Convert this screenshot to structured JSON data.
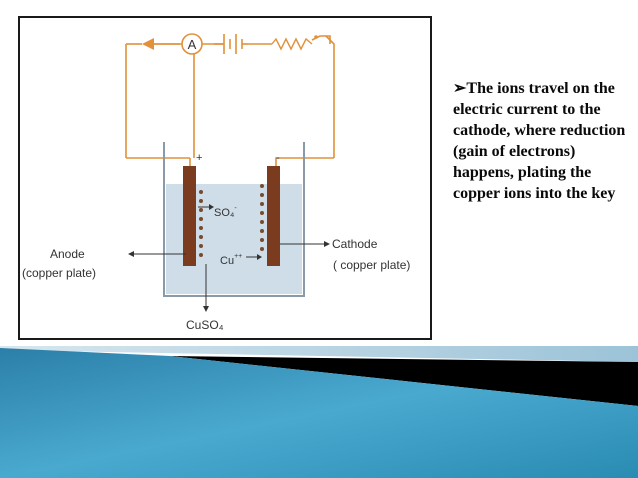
{
  "diagram": {
    "ammeter_label": "A",
    "positive_terminal": "+",
    "negative_terminal": "-",
    "anion_label": "SO₄",
    "anion_charge": "-",
    "cation_label": "Cu",
    "cation_charge": "++",
    "anode_label": "Anode",
    "anode_sublabel": "(copper plate)",
    "cathode_label": "Cathode",
    "cathode_sublabel": "( copper plate)",
    "solution_label": "CuSO₄"
  },
  "bullet": {
    "marker": "➢",
    "text": "The ions travel on the electric current to the cathode, where reduction (gain of electrons) happens, plating the copper ions into the key"
  },
  "colors": {
    "wire": "#e0913a",
    "electrode": "#7a3b1e",
    "solution": "#c9d8e4",
    "beaker": "#8a9aa8",
    "footer_blue": "#3f9cc4",
    "footer_dark": "#000000"
  }
}
